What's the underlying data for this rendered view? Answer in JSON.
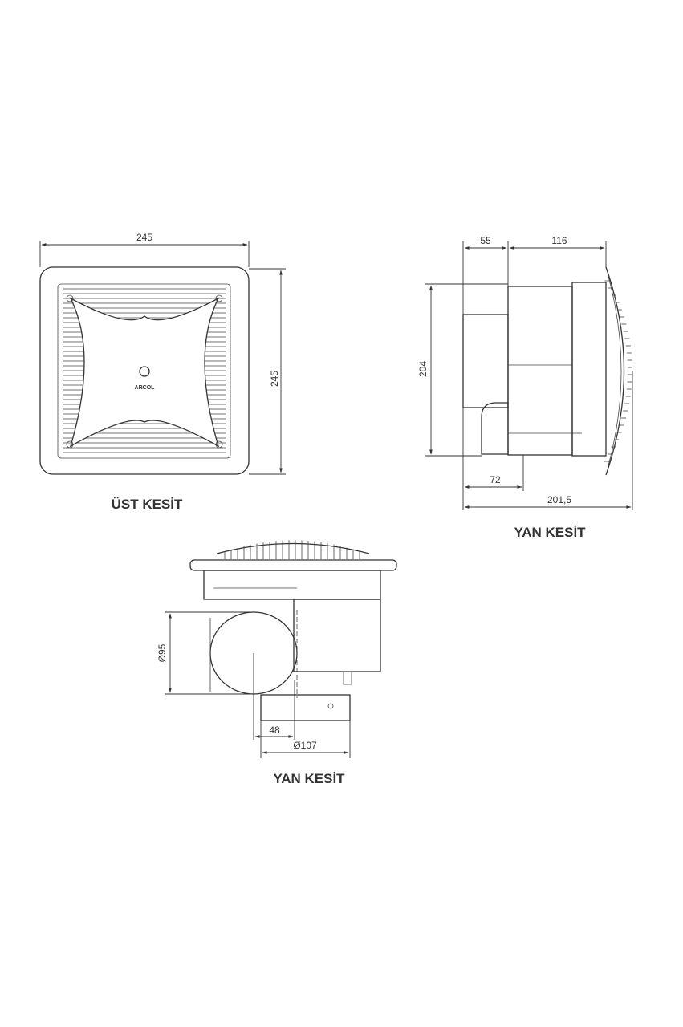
{
  "top_view": {
    "caption": "ÜST KESİT",
    "width_dim": "245",
    "height_dim": "245",
    "logo": "ARCOL"
  },
  "side_view_1": {
    "caption": "YAN KESİT",
    "dim_top_left": "55",
    "dim_top_right": "116",
    "dim_height": "204",
    "dim_bottom_short": "72",
    "dim_bottom_total": "201,5"
  },
  "side_view_2": {
    "caption": "YAN KESİT",
    "dim_diameter_small": "Ø95",
    "dim_offset": "48",
    "dim_diameter_large": "Ø107"
  }
}
